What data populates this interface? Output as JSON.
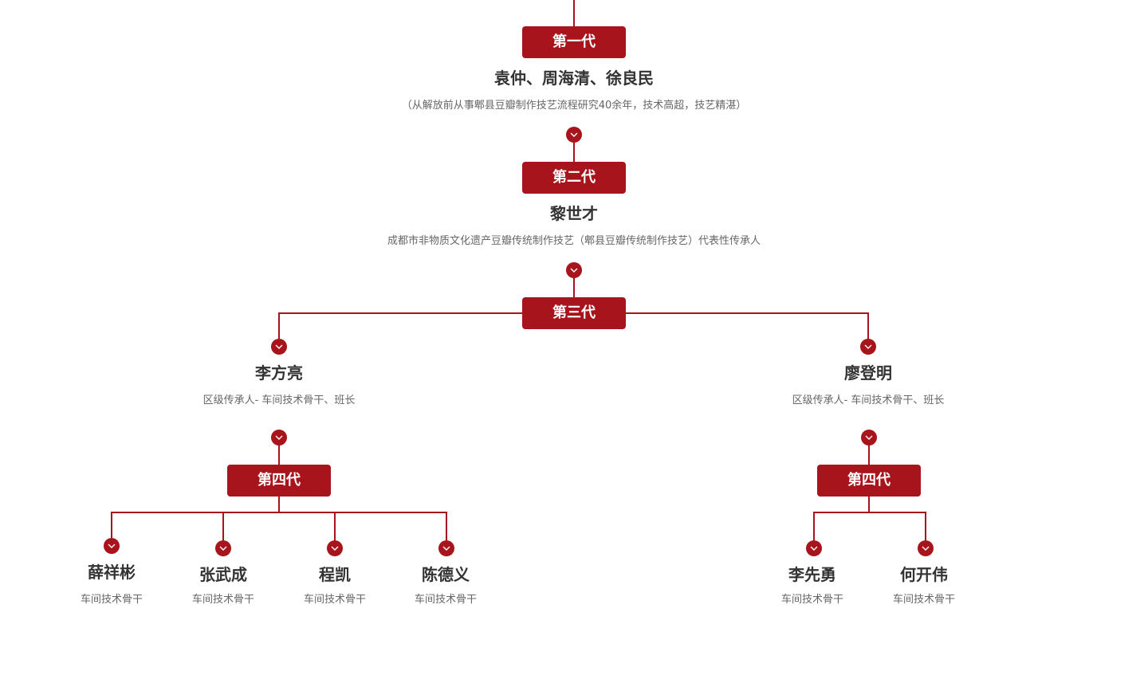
{
  "colors": {
    "accent": "#a8141b",
    "name_text": "#333333",
    "desc_text": "#666666"
  },
  "icons": {
    "node_marker": "chevron-down-icon"
  },
  "gen1": {
    "label": "第一代",
    "names": "袁仲、周海清、徐良民",
    "desc": "（从解放前从事郫县豆瓣制作技艺流程研究40余年，技术高超，技艺精湛）"
  },
  "gen2": {
    "label": "第二代",
    "names": "黎世才",
    "desc": "成都市非物质文化遗产豆瓣传统制作技艺（郫县豆瓣传统制作技艺）代表性传承人"
  },
  "gen3": {
    "label": "第三代",
    "left": {
      "name": "李方亮",
      "desc": "区级传承人- 车间技术骨干、班长"
    },
    "right": {
      "name": "廖登明",
      "desc": "区级传承人- 车间技术骨干、班长"
    }
  },
  "gen4_left": {
    "label": "第四代",
    "members": [
      {
        "name": "薛祥彬",
        "desc": "车间技术骨干"
      },
      {
        "name": "张武成",
        "desc": "车间技术骨干"
      },
      {
        "name": "程凯",
        "desc": "车间技术骨干"
      },
      {
        "name": "陈德义",
        "desc": "车间技术骨干"
      }
    ]
  },
  "gen4_right": {
    "label": "第四代",
    "members": [
      {
        "name": "李先勇",
        "desc": "车间技术骨干"
      },
      {
        "name": "何开伟",
        "desc": "车间技术骨干"
      }
    ]
  }
}
